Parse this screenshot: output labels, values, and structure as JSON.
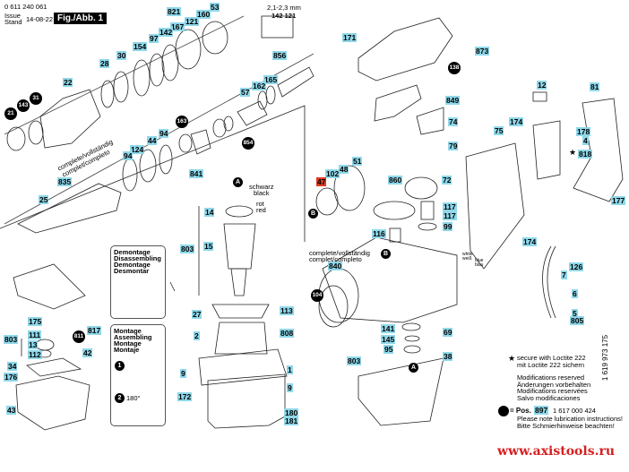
{
  "header": {
    "doc_number": "0 611 240 061",
    "issue_label": "Issue",
    "stand_label": "Stand",
    "date": "14-08-22",
    "figure": "Fig./Abb. 1"
  },
  "detail": {
    "dimension": "2,1-2,3 mm",
    "parts": "142 121"
  },
  "annotations": {
    "schwarz": "schwarz",
    "black": "black",
    "rot": "rot",
    "red": "red",
    "white": "white",
    "weiss": "weiß",
    "blue": "blue",
    "blau": "blau",
    "complete1": "complete/vollständig",
    "complete2": "complet/completo",
    "complete3": "complete/vollständig",
    "complete4": "complet/completo",
    "deg": "180°"
  },
  "demontage": [
    "Demontage",
    "Disassembling",
    "Demontage",
    "Desmontar"
  ],
  "montage": [
    "Montage",
    "Assembling",
    "Montage",
    "Montaje"
  ],
  "notes": {
    "star": "★",
    "loctite1": "secure with Loctite 222",
    "loctite2": "mit Loctite 222 sichern",
    "mod": [
      "Modifications reserved",
      "Änderungen vorbehalten",
      "Modifications reservées",
      "Salvo modificaciones"
    ],
    "pos_label": "= Pos.",
    "pos_num": "897",
    "pos_code": "1 617 000 424",
    "lube1": "Please note lubrication instructions!",
    "lube2": "Bitte Schmierhinweise beachten!"
  },
  "side_code": "1 619 973 175",
  "watermark": "www.axistools.ru",
  "parts": [
    "821",
    "53",
    "160",
    "167",
    "121",
    "142",
    "97",
    "154",
    "30",
    "28",
    "22",
    "856",
    "165",
    "162",
    "57",
    "94",
    "44",
    "124",
    "94",
    "841",
    "835",
    "25",
    "14",
    "171",
    "873",
    "849",
    "74",
    "79",
    "12",
    "81",
    "75",
    "174",
    "178",
    "4",
    "818",
    "177",
    "51",
    "48",
    "102",
    "860",
    "72",
    "117",
    "117",
    "99",
    "116",
    "174",
    "126",
    "7",
    "6",
    "5",
    "805",
    "840",
    "141",
    "145",
    "95",
    "69",
    "803",
    "38",
    "175",
    "803",
    "111",
    "13",
    "112",
    "817",
    "42",
    "34",
    "176",
    "43",
    "803",
    "15",
    "27",
    "113",
    "2",
    "808",
    "9",
    "1",
    "9",
    "172",
    "180",
    "181"
  ],
  "lubricated_parts": [
    "21",
    "143",
    "31",
    "163",
    "854",
    "138",
    "104",
    "811"
  ],
  "highlighted_part": "47",
  "markers": [
    "A",
    "B",
    "A",
    "B",
    "1",
    "2"
  ],
  "colors": {
    "label": "#8fd8ea",
    "highlight": "#e03a1e",
    "watermark": "#d62020"
  }
}
